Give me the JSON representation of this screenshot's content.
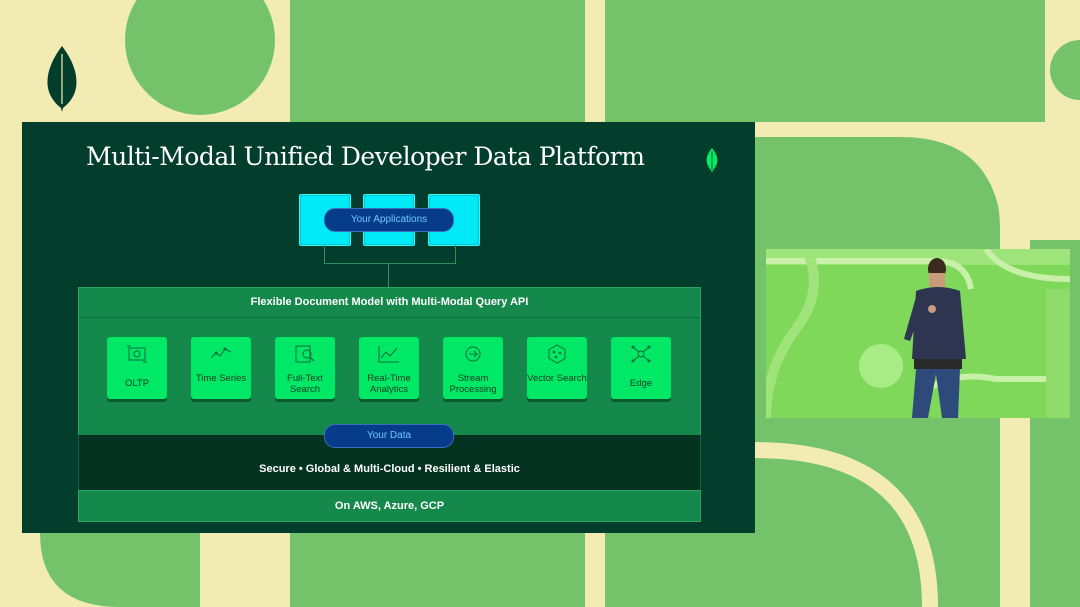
{
  "brand": {
    "leaf_icon": "mongodb-leaf-icon",
    "accent": "#00ed64"
  },
  "slide": {
    "title": "Multi-Modal Unified Developer Data Platform",
    "applications_label": "Your Applications",
    "header": "Flexible Document Model with Multi-Modal Query API",
    "cards": [
      {
        "icon": "oltp-icon",
        "label": "OLTP"
      },
      {
        "icon": "time-series-icon",
        "label": "Time Series"
      },
      {
        "icon": "full-text-search-icon",
        "label": "Full-Text Search"
      },
      {
        "icon": "real-time-analytics-icon",
        "label": "Real-Time Analytics"
      },
      {
        "icon": "stream-processing-icon",
        "label": "Stream Processing"
      },
      {
        "icon": "vector-search-icon",
        "label": "Vector Search"
      },
      {
        "icon": "edge-icon",
        "label": "Edge"
      }
    ],
    "data_label": "Your Data",
    "capabilities": "Secure • Global & Multi-Cloud • Resilient & Elastic",
    "clouds": "On AWS, Azure, GCP"
  },
  "colors": {
    "slide_bg": "#033d2c",
    "panel": "#15894c",
    "card": "#00e865",
    "app_box": "#00e9f6",
    "pill": "#073c8a"
  }
}
